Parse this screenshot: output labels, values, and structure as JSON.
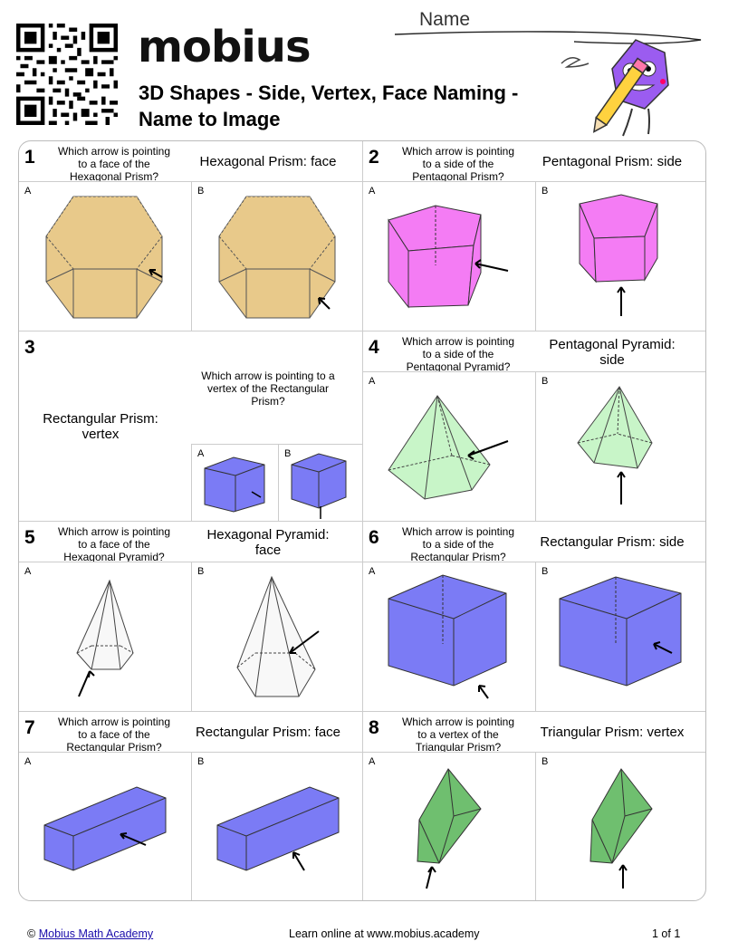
{
  "header": {
    "brand": "mobius",
    "title": "3D Shapes - Side, Vertex, Face Naming - Name to Image",
    "name_label": "Name"
  },
  "problems": [
    {
      "num": "1",
      "question": "Which arrow is pointing to a face of the Hexagonal Prism?",
      "answer": "Hexagonal Prism: face",
      "options": [
        "A",
        "B"
      ]
    },
    {
      "num": "2",
      "question": "Which arrow is pointing to a side of the Pentagonal Prism?",
      "answer": "Pentagonal Prism: side",
      "options": [
        "A",
        "B"
      ]
    },
    {
      "num": "3",
      "question": "Which arrow is pointing to a vertex of the Rectangular Prism?",
      "answer": "Rectangular Prism: vertex",
      "options": [
        "A",
        "B"
      ]
    },
    {
      "num": "4",
      "question": "Which arrow is pointing to a side of the Pentagonal Pyramid?",
      "answer": "Pentagonal Pyramid: side",
      "options": [
        "A",
        "B"
      ]
    },
    {
      "num": "5",
      "question": "Which arrow is pointing to a face of the Hexagonal Pyramid?",
      "answer": "Hexagonal Pyramid: face",
      "options": [
        "A",
        "B"
      ]
    },
    {
      "num": "6",
      "question": "Which arrow is pointing to a side of the Rectangular Prism?",
      "answer": "Rectangular Prism: side",
      "options": [
        "A",
        "B"
      ]
    },
    {
      "num": "7",
      "question": "Which arrow is pointing to a face of the Rectangular Prism?",
      "answer": "Rectangular Prism: face",
      "options": [
        "A",
        "B"
      ]
    },
    {
      "num": "8",
      "question": "Which arrow is pointing to a vertex of the Triangular Prism?",
      "answer": "Triangular Prism: vertex",
      "options": [
        "A",
        "B"
      ]
    }
  ],
  "colors": {
    "hex_prism": "#e8c98a",
    "pent_prism": "#f47cf4",
    "pyramid_green": "#c8f5c8",
    "rect_blue": "#7b7bf5",
    "hex_pyr": "#f8f8f8",
    "tri_green": "#6fbf6f"
  },
  "footer": {
    "copyright_symbol": "©",
    "copyright_link": "Mobius Math Academy",
    "center": "Learn online at www.mobius.academy",
    "page": "1 of 1"
  }
}
